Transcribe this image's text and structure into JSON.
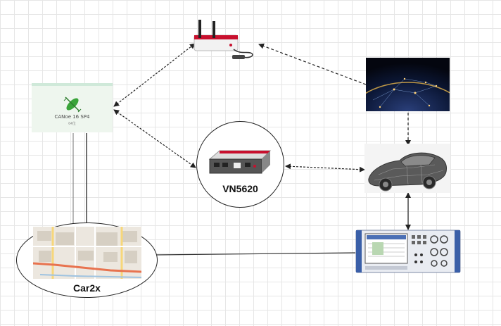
{
  "canoe": {
    "title": "CANoe 16 SP4",
    "subtitle": "64位"
  },
  "vn5620": {
    "label": "VN5620"
  },
  "car2x": {
    "label": "Car2x"
  },
  "icons": {
    "router": "cellular-router-icon",
    "globe": "global-network-photo",
    "car": "vehicle-3d-model",
    "tester": "radio-communication-tester",
    "interface": "vn5620-interface-device",
    "map": "street-map"
  }
}
